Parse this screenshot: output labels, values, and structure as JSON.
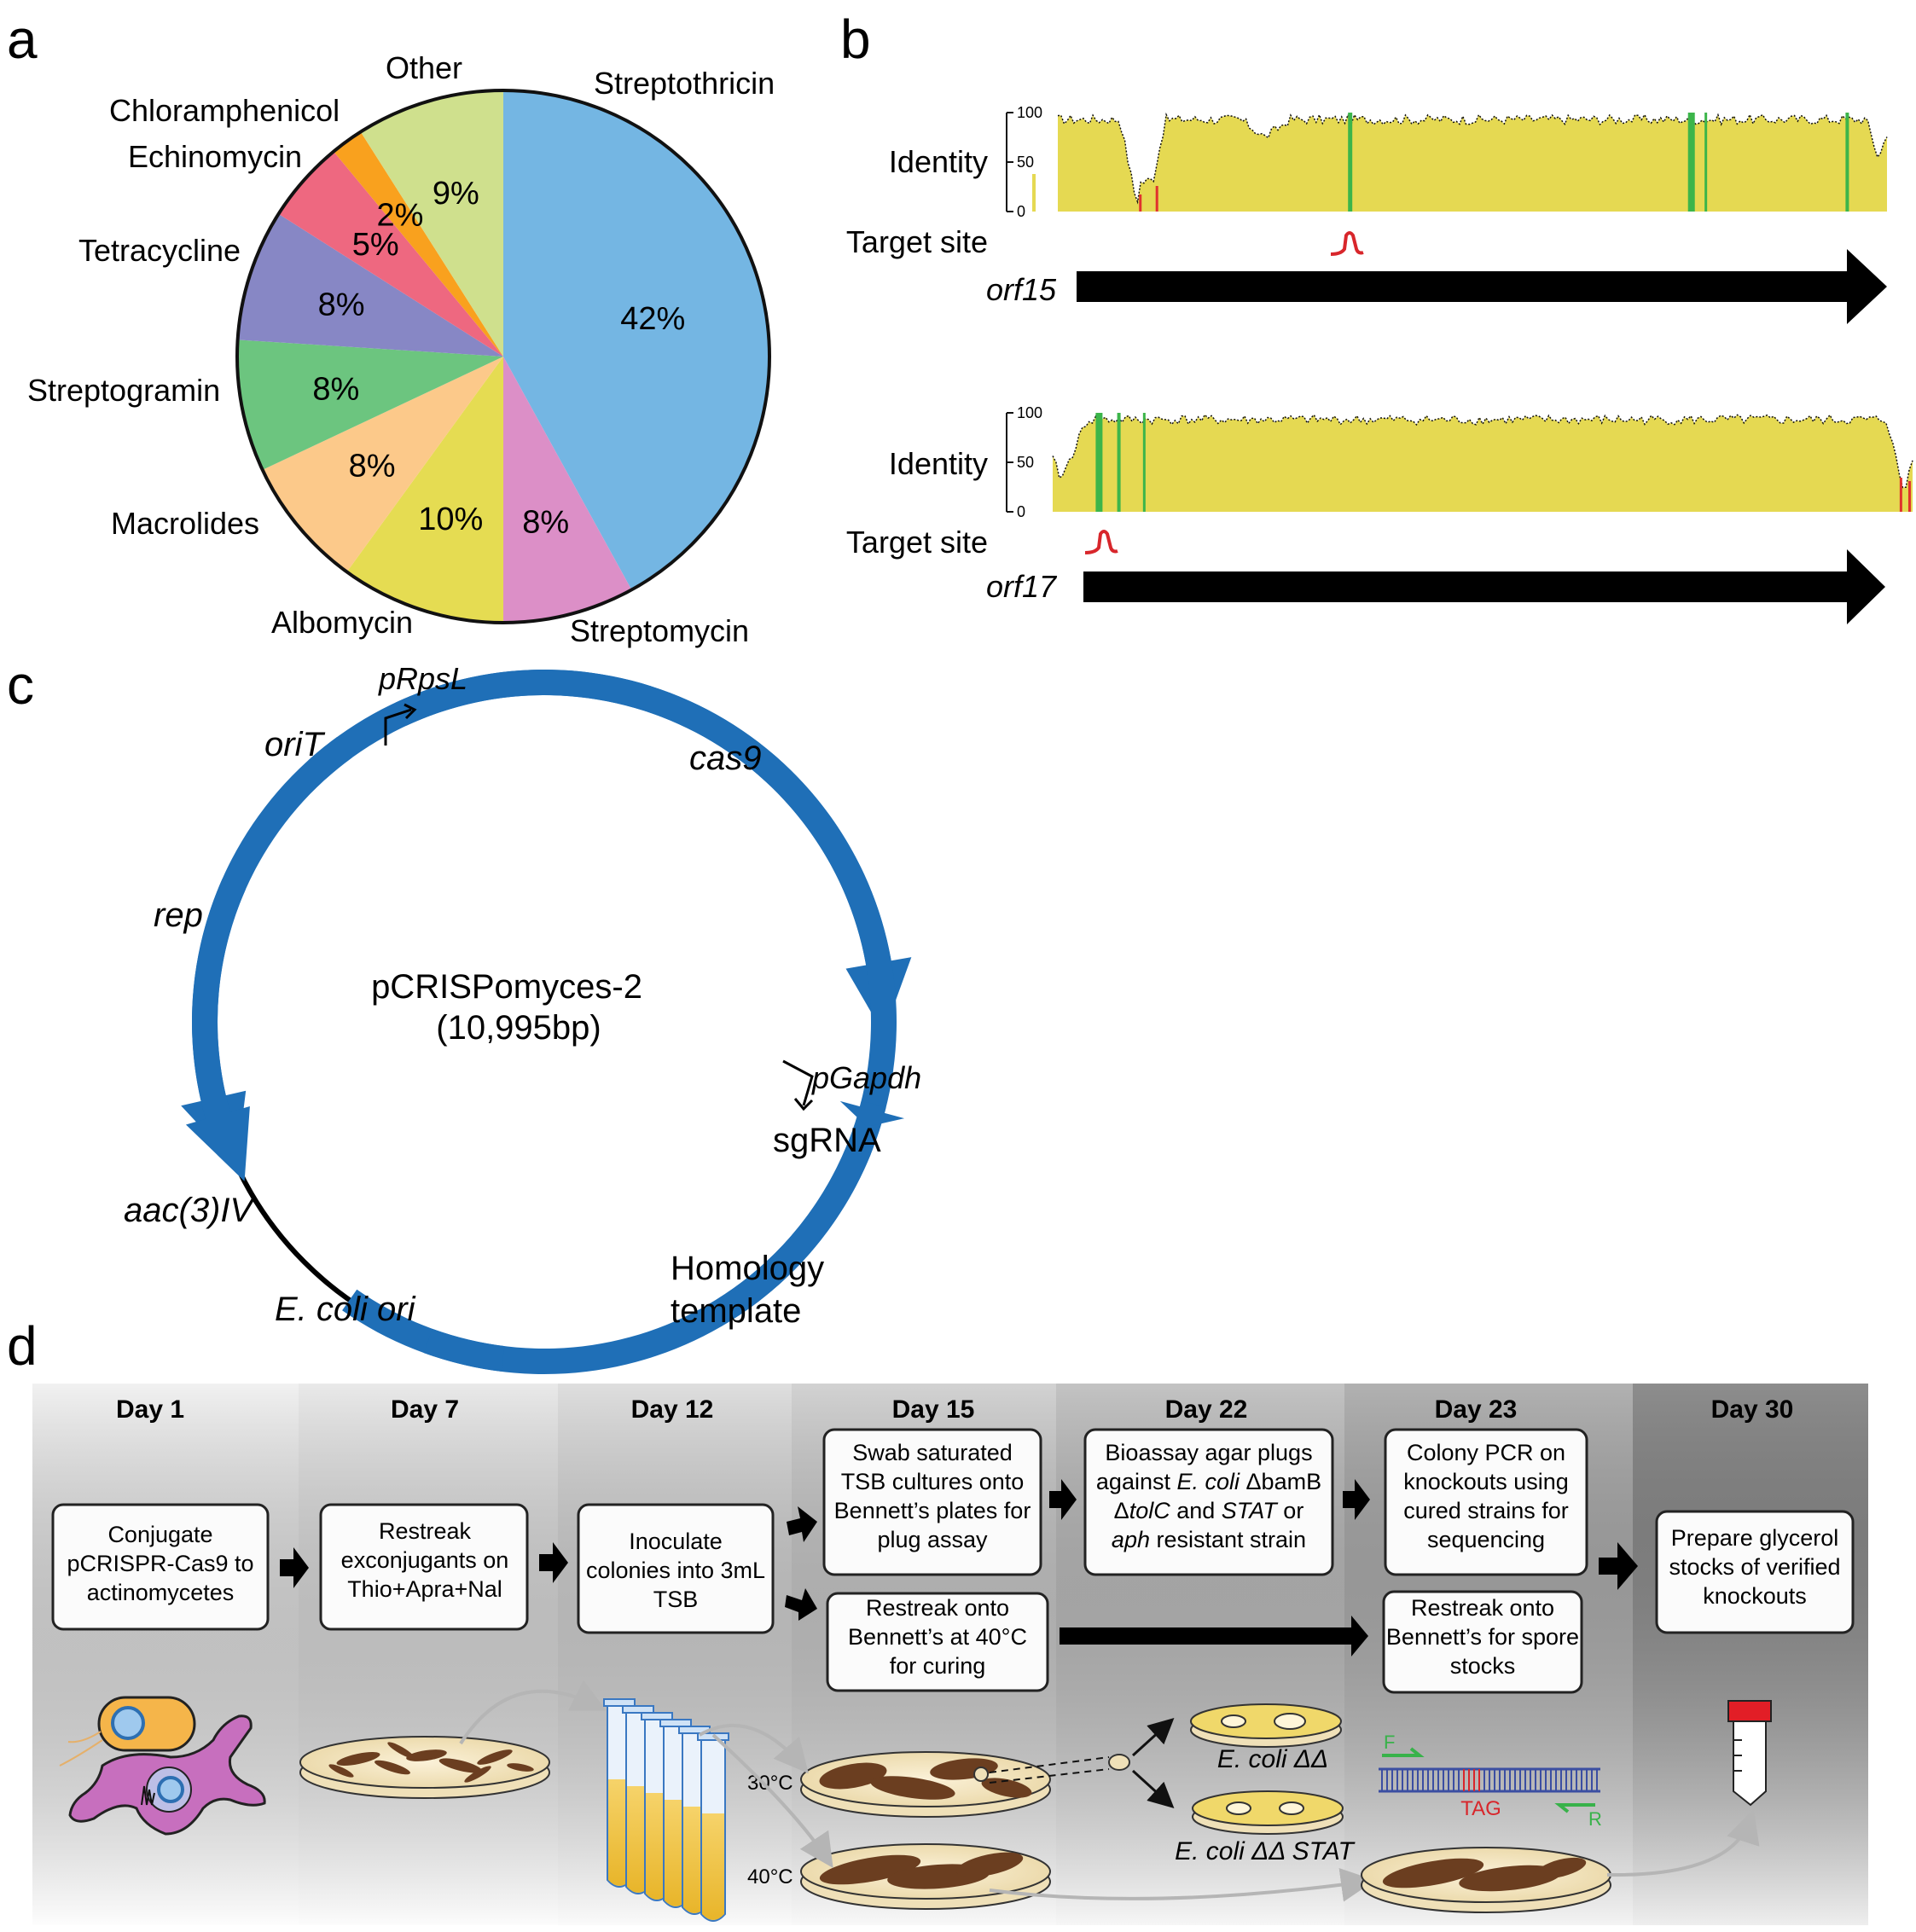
{
  "panels": {
    "a": "a",
    "b": "b",
    "c": "c",
    "d": "d"
  },
  "chart_data": [
    {
      "type": "pie",
      "categories": [
        "Streptothricin",
        "Streptomycin",
        "Albomycin",
        "Macrolides",
        "Streptogramin",
        "Tetracycline",
        "Echinomycin",
        "Chloramphenicol",
        "Other"
      ],
      "values": [
        42,
        8,
        10,
        8,
        8,
        8,
        5,
        2,
        9
      ],
      "value_labels": [
        "42%",
        "8%",
        "10%",
        "8%",
        "8%",
        "8%",
        "5%",
        "2%",
        "9%"
      ],
      "colors": [
        "#74b6e3",
        "#dc8fc7",
        "#e5dc52",
        "#fcc98a",
        "#6cc57f",
        "#8787c5",
        "#ee6880",
        "#f9a11e",
        "#cfe08d"
      ],
      "start": "12 o'clock, clockwise"
    },
    {
      "type": "area",
      "gene": "orf15",
      "ylabel": "Identity",
      "yticks": [
        "100",
        "50",
        "0"
      ],
      "ylim": [
        0,
        100
      ],
      "target_label": "Target site",
      "colors": {
        "fill": "#e5d952",
        "green": "#3cb54a",
        "red": "#e0322d",
        "outline": "#111111"
      }
    },
    {
      "type": "area",
      "gene": "orf17",
      "ylabel": "Identity",
      "yticks": [
        "100",
        "50",
        "0"
      ],
      "ylim": [
        0,
        100
      ],
      "target_label": "Target site",
      "colors": {
        "fill": "#e5d952",
        "green": "#3cb54a",
        "red": "#e0322d",
        "outline": "#111111"
      }
    }
  ],
  "plasmid": {
    "name": "pCRISPomyces-2",
    "size": "(10,995bp)",
    "features": {
      "cas9": "cas9",
      "pRpsL": "pRpsL",
      "oriT": "oriT",
      "rep": "rep",
      "aac": "aac(3)IV",
      "ecoli_ori": "E. coli ori",
      "homology_1": "Homology",
      "homology_2": "template",
      "pGapdh": "pGapdh",
      "sgRNA": "sgRNA"
    },
    "color": "#1f6fb7"
  },
  "workflow": {
    "days": [
      "Day 1",
      "Day 7",
      "Day 12",
      "Day 15",
      "Day 22",
      "Day 23",
      "Day 30"
    ],
    "steps": {
      "s1": [
        "Conjugate",
        "pCRISPR-Cas9 to",
        "actinomycetes"
      ],
      "s2": [
        "Restreak",
        "exconjugants on",
        "Thio+Apra+Nal"
      ],
      "s3": [
        "Inoculate",
        "colonies into 3mL",
        "TSB"
      ],
      "s4": [
        "Swab saturated",
        "TSB cultures onto",
        "Bennett’s plates for",
        "plug assay"
      ],
      "s5": [
        "Restreak onto",
        "Bennett’s at 40°C",
        "for curing"
      ],
      "s6_1": "Bioassay agar plugs",
      "s6_2a": "against ",
      "s6_2b": "E. coli",
      "s6_2c": " ΔbamB",
      "s6_3a": "Δ",
      "s6_3b": "tolC",
      "s6_3c": " and ",
      "s6_3d": "STAT",
      "s6_3e": " or",
      "s6_4a": "aph",
      "s6_4b": " resistant strain",
      "s7": [
        "Colony PCR on",
        "knockouts using",
        "cured strains for",
        "sequencing"
      ],
      "s8": [
        "Restreak onto",
        "Bennett’s for spore",
        "stocks"
      ],
      "s9": [
        "Prepare glycerol",
        "stocks of verified",
        "knockouts"
      ]
    },
    "temps": {
      "t30": "30°C",
      "t40": "40°C"
    },
    "assay_labels": {
      "ecoli_dd": "E. coli ΔΔ",
      "ecoli_dd_stat": "E. coli ΔΔ STAT"
    },
    "pcr": {
      "forward": "F",
      "reverse": "R",
      "codon": "TAG"
    }
  }
}
